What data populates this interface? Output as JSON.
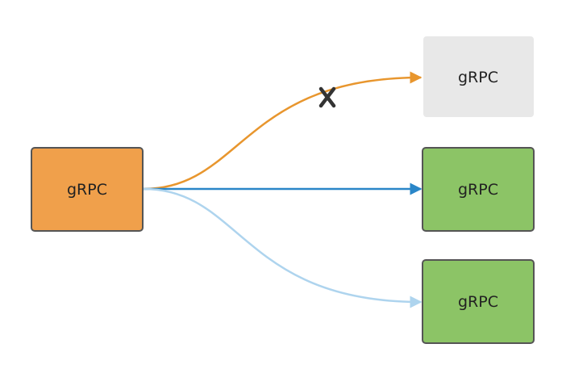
{
  "diagram": {
    "source": {
      "label": "gRPC",
      "fill": "#F0A04B",
      "stroke": "#555555"
    },
    "targets": [
      {
        "label": "gRPC",
        "state": "unavailable",
        "fill": "#E8E8E8",
        "stroke": "none",
        "connection_color": "#E8962E",
        "connection_status": "failed"
      },
      {
        "label": "gRPC",
        "state": "active",
        "fill": "#8CC466",
        "stroke": "#555555",
        "connection_color": "#2A86C8",
        "connection_status": "active"
      },
      {
        "label": "gRPC",
        "state": "active",
        "fill": "#8CC466",
        "stroke": "#555555",
        "connection_color": "#AED4EE",
        "connection_status": "idle"
      }
    ],
    "failure_marker_icon": "x-mark-icon",
    "failure_marker_color": "#333333",
    "label_color": "#222222"
  }
}
